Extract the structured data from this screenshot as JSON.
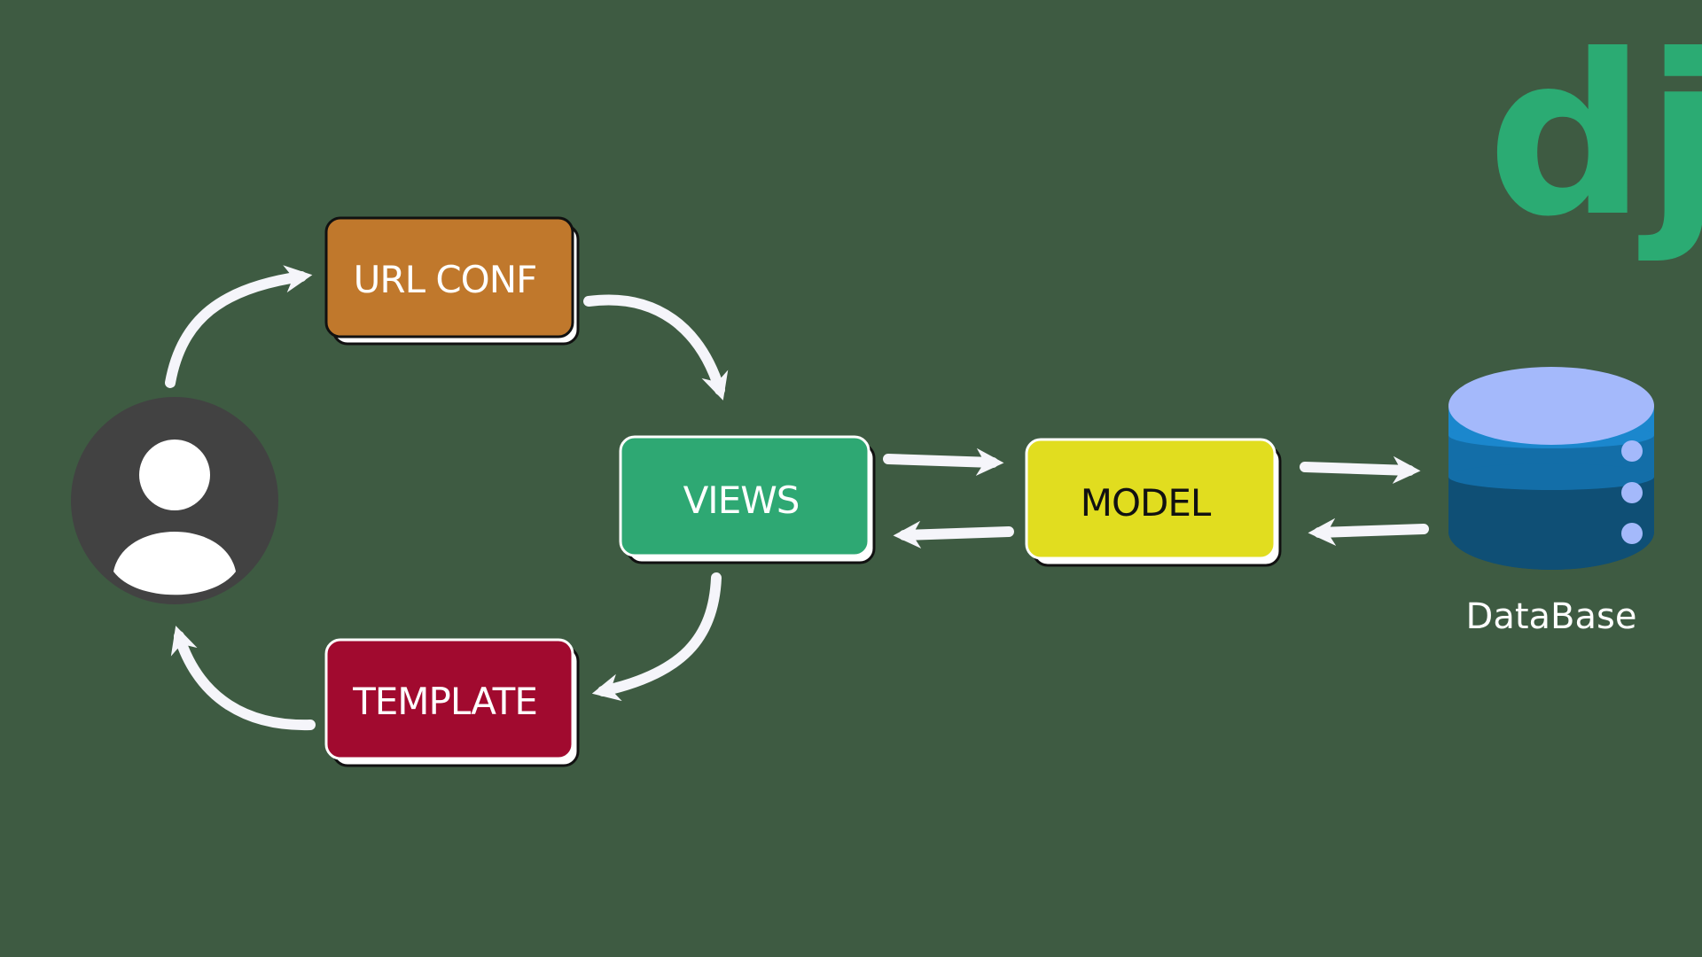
{
  "diagram": {
    "logo": {
      "text": "dj",
      "color": "#2bab73"
    },
    "user": {
      "icon": "user-icon",
      "circle_color": "#424242",
      "figure_color": "#ffffff"
    },
    "nodes": {
      "urlconf": {
        "label": "URL CONF",
        "fill": "#c0782c",
        "text_color": "#ffffff"
      },
      "views": {
        "label": "VIEWS",
        "fill": "#2ea873",
        "text_color": "#ffffff"
      },
      "model": {
        "label": "MODEL",
        "fill": "#e1dd1f",
        "text_color": "#111111"
      },
      "template": {
        "label": "TEMPLATE",
        "fill": "#a10a2f",
        "text_color": "#ffffff"
      }
    },
    "database": {
      "label": "DataBase",
      "icon": "database-icon",
      "colors": {
        "top": "#a4b9fb",
        "upper": "#1b87cd",
        "middle": "#136ea8",
        "lower": "#0f4f75",
        "dots": "#a4b9fb"
      }
    },
    "arrow_color": "#f5f5fa"
  }
}
